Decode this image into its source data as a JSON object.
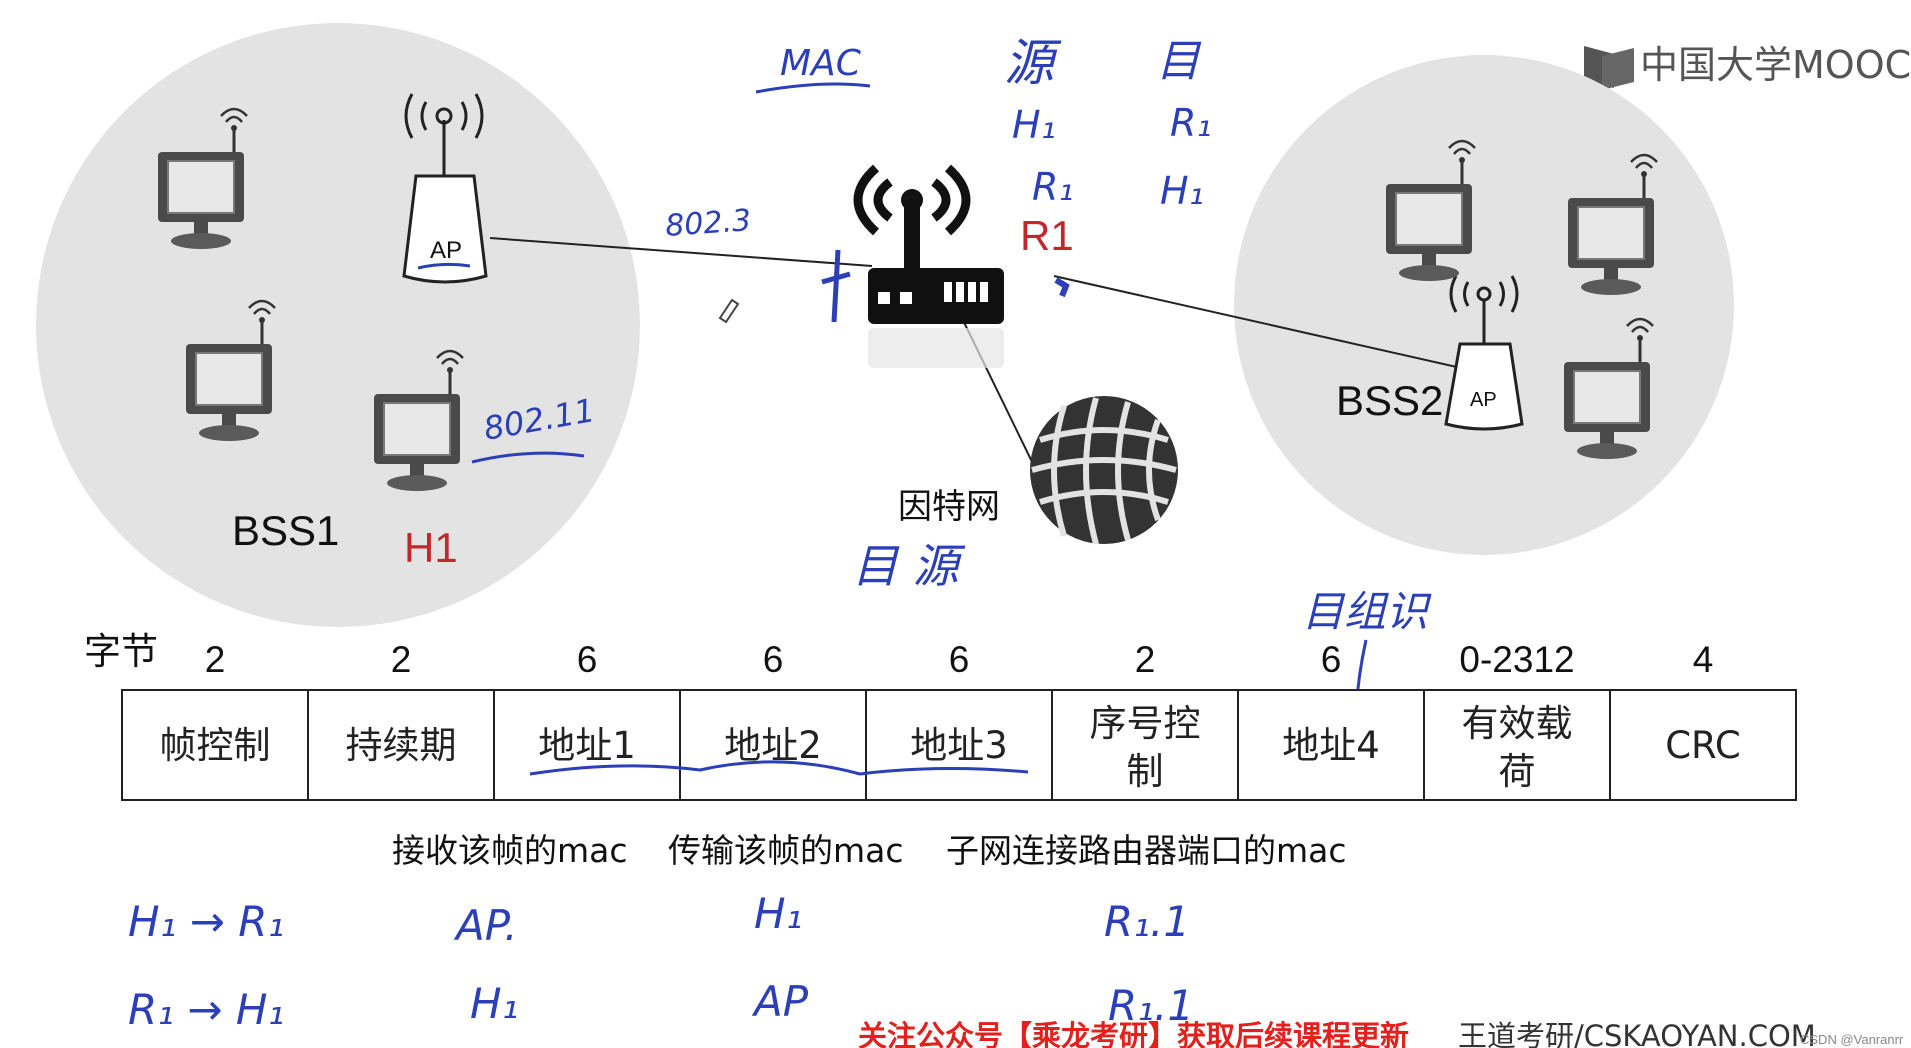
{
  "logo": {
    "text": "中国大学MOOC"
  },
  "labels": {
    "bss1": "BSS1",
    "bss2": "BSS2",
    "h1": "H1",
    "r1": "R1",
    "internet": "因特网",
    "ap": "AP"
  },
  "handwriting": {
    "mac": "MAC",
    "src_header": "源",
    "dst_header": "目",
    "row1_src": "H₁",
    "row1_dst": "R₁",
    "row2_src": "R₁",
    "row2_dst": "H₁",
    "link_8023": "802.3",
    "link_80211": "802.11",
    "dst_src_note": "目 源",
    "dst_group_note": "目组识",
    "bottom_row1": [
      "H₁ → R₁",
      "AP.",
      "H₁",
      "R₁.1"
    ],
    "bottom_row2": [
      "R₁ → H₁",
      "H₁",
      "AP",
      "R₁.1"
    ]
  },
  "frame": {
    "bytes_label": "字节",
    "byte_counts": [
      "2",
      "2",
      "6",
      "6",
      "6",
      "2",
      "6",
      "0-2312",
      "4"
    ],
    "fields": [
      [
        "帧控制"
      ],
      [
        "持续期"
      ],
      [
        "地址1"
      ],
      [
        "地址2"
      ],
      [
        "地址3"
      ],
      [
        "序号控",
        "制"
      ],
      [
        "地址4"
      ],
      [
        "有效载",
        "荷"
      ],
      [
        "CRC"
      ]
    ],
    "address_descriptions": [
      "接收该帧的mac",
      "传输该帧的mac",
      "子网连接路由器端口的mac"
    ]
  },
  "footer": {
    "promo": "关注公众号【乘龙考研】获取后续课程更新",
    "site": "王道考研/CSKAOYAN.COM",
    "watermark": "CSDN @Vanranrr"
  },
  "colors": {
    "ink_blue": "#2b3fb8",
    "red_label": "#c1272d",
    "bubble_gray": "#e3e3e3",
    "footer_red": "#e2211c"
  }
}
